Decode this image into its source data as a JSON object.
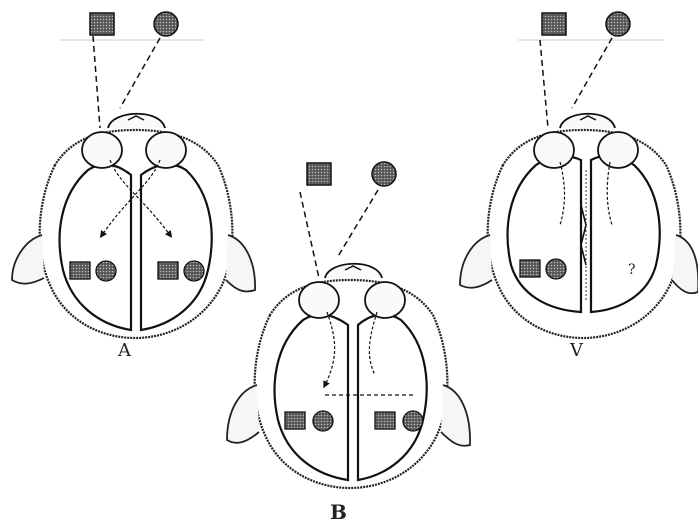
{
  "figure": {
    "panels": [
      {
        "id": "A",
        "label": "A"
      },
      {
        "id": "B",
        "label": "B"
      },
      {
        "id": "C",
        "label": "V"
      }
    ],
    "unknown_mark": "?"
  }
}
